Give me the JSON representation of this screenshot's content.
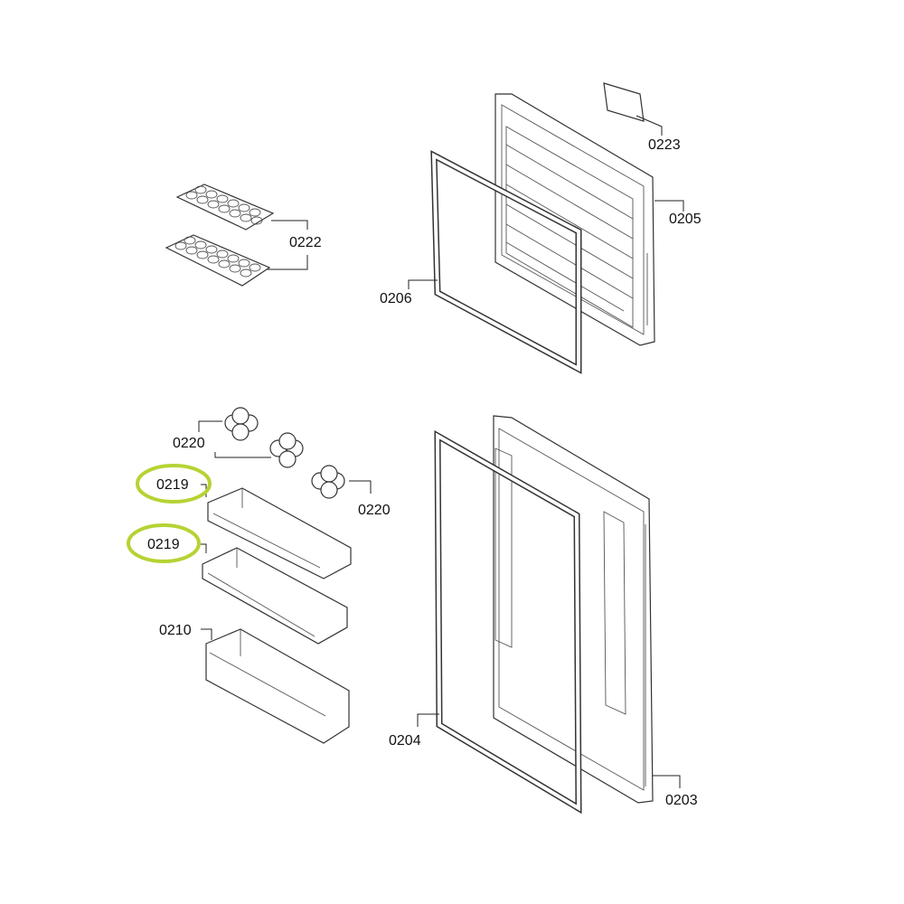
{
  "labels": {
    "p0223": "0223",
    "p0205": "0205",
    "p0222": "0222",
    "p0206": "0206",
    "p0220a": "0220",
    "p0220b": "0220",
    "p0219a": "0219",
    "p0219b": "0219",
    "p0210": "0210",
    "p0204": "0204",
    "p0203": "0203"
  },
  "highlight_color": "#b5d334"
}
